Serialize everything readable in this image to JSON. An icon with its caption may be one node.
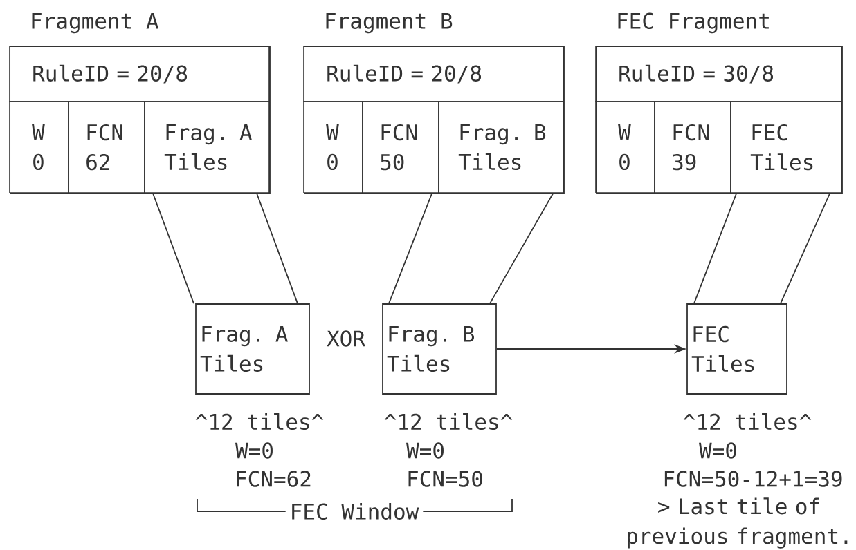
{
  "diagram": {
    "nodes": [
      {
        "text": [
          "Fragment A"
        ]
      },
      {
        "text": [
          "RuleID = 20/8"
        ],
        "in": 0
      },
      {
        "text": [
          "W",
          "0"
        ],
        "in": 0
      },
      {
        "text": [
          "FCN",
          "62"
        ],
        "in": 0
      },
      {
        "text": [
          "Frag. A Tiles"
        ],
        "in": 0
      },
      {
        "text": [
          "Fragment B"
        ]
      },
      {
        "text": [
          "RuleID = 20/8"
        ],
        "in": 5
      },
      {
        "text": [
          "W",
          "0"
        ],
        "in": 5
      },
      {
        "text": [
          "FCN",
          "50"
        ],
        "in": 5
      },
      {
        "text": [
          "Frag. B Tiles"
        ],
        "in": 5
      },
      {
        "text": [
          "FEC Fragment"
        ]
      },
      {
        "text": [
          "RuleID = 30/8"
        ],
        "in": 10
      },
      {
        "text": [
          "W",
          "0"
        ],
        "in": 10
      },
      {
        "text": [
          "FCN",
          "39"
        ],
        "in": 10
      },
      {
        "text": [
          "FEC Tiles"
        ],
        "in": 10
      },
      {
        "text": [
          "Frag. A Tiles"
        ],
        "beside": [
          "^12 tiles^",
          "W=0",
          "FCN=62"
        ]
      },
      {
        "text": [
          "Frag. B Tiles"
        ],
        "beside": [
          "^12 tiles^",
          "W=0",
          "FCN=50"
        ]
      },
      {
        "text": [
          "FEC Tiles"
        ],
        "beside": [
          "^12 tiles^",
          "W=0",
          "FCN=50-12+1=39",
          "> Last tile of previous fragment."
        ]
      }
    ],
    "edges": [
      {
        "from": 4,
        "to": 15,
        "arrow": "none"
      },
      {
        "from": 4,
        "to": 15,
        "arrow": "none"
      },
      {
        "from": 9,
        "to": 16,
        "arrow": "none"
      },
      {
        "from": 9,
        "to": 16,
        "arrow": "none"
      },
      {
        "from": 14,
        "to": 17,
        "arrow": "none"
      },
      {
        "from": 14,
        "to": 17,
        "arrow": "none"
      },
      {
        "from": 16,
        "to": 17,
        "arrow": "to"
      }
    ],
    "labels": [
      "XOR",
      "FEC Window"
    ]
  }
}
